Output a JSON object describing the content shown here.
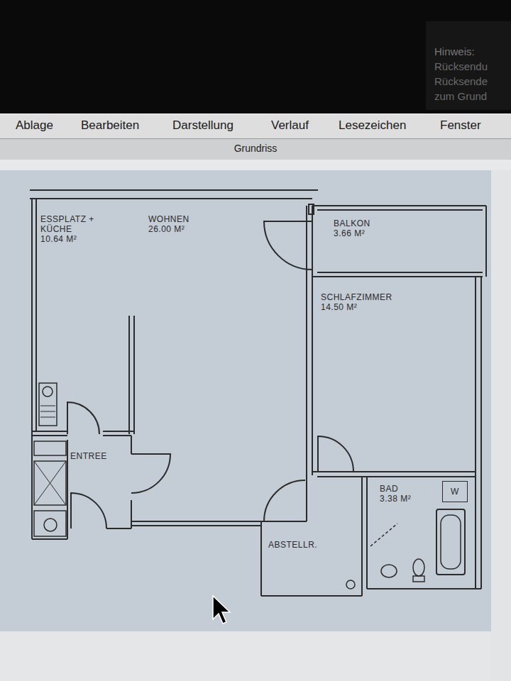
{
  "diagram": {
    "title": "Grundriss",
    "nodes": [
      {
        "text": [
          "ESSPLATZ + KÜCHE",
          "10.64 M²"
        ]
      },
      {
        "text": [
          "WOHNEN",
          "26.00 M²"
        ]
      },
      {
        "text": [
          "BALKON",
          "3.66 M²"
        ]
      },
      {
        "text": [
          "SCHLAFZIMMER",
          "14.50 M²"
        ]
      },
      {
        "text": [
          "ENTREE"
        ]
      },
      {
        "text": [
          "BAD",
          "3.38 M²"
        ]
      },
      {
        "text": [
          "W"
        ],
        "in": 5
      },
      {
        "text": [
          "ABSTELLR."
        ]
      }
    ],
    "labels": [
      "Hinweis:",
      "Rücksendu",
      "Rücksende",
      "zum Grund",
      "Ablage",
      "Bearbeiten",
      "Darstellung",
      "Verlauf",
      "Lesezeichen",
      "Fenster"
    ]
  }
}
